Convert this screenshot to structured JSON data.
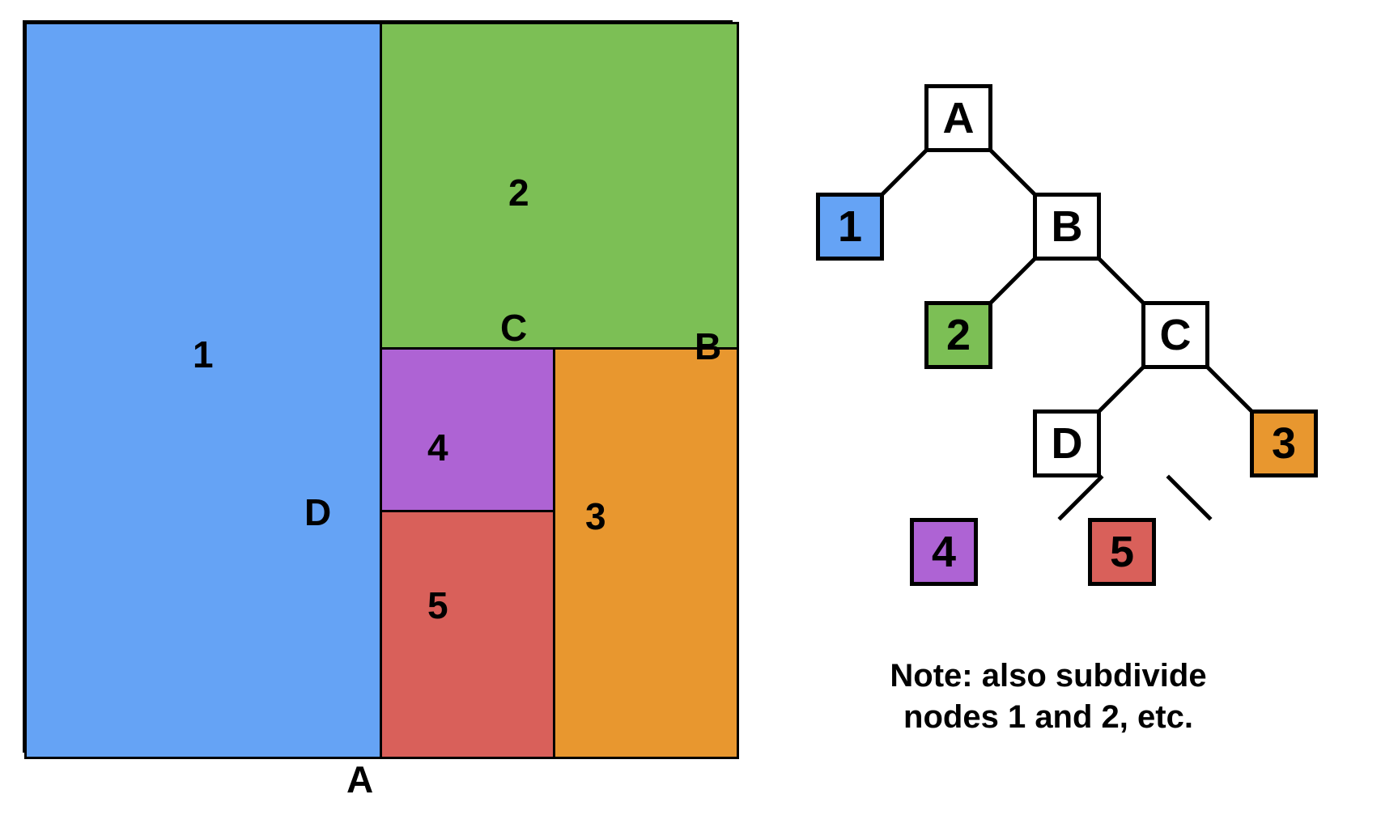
{
  "colors": {
    "blue": "#65A3F5",
    "green": "#7CBF55",
    "orange": "#E8972F",
    "purple": "#AE63D4",
    "red": "#D9605A",
    "white": "#FFFFFF",
    "stroke": "#000000",
    "background": "#FFFFFF"
  },
  "partition": {
    "regions": [
      {
        "id": "1",
        "label": "1",
        "color": "#65A3F5"
      },
      {
        "id": "2",
        "label": "2",
        "color": "#7CBF55"
      },
      {
        "id": "3",
        "label": "3",
        "color": "#E8972F"
      },
      {
        "id": "4",
        "label": "4",
        "color": "#AE63D4"
      },
      {
        "id": "5",
        "label": "5",
        "color": "#D9605A"
      }
    ],
    "split_labels": [
      {
        "id": "A",
        "label": "A",
        "orientation": "vertical"
      },
      {
        "id": "B",
        "label": "B",
        "orientation": "horizontal"
      },
      {
        "id": "C",
        "label": "C",
        "orientation": "vertical"
      },
      {
        "id": "D",
        "label": "D",
        "orientation": "horizontal"
      }
    ]
  },
  "tree": {
    "nodes": [
      {
        "id": "A",
        "label": "A",
        "type": "internal",
        "color": "#FFFFFF"
      },
      {
        "id": "1",
        "label": "1",
        "type": "leaf",
        "color": "#65A3F5"
      },
      {
        "id": "B",
        "label": "B",
        "type": "internal",
        "color": "#FFFFFF"
      },
      {
        "id": "2",
        "label": "2",
        "type": "leaf",
        "color": "#7CBF55"
      },
      {
        "id": "C",
        "label": "C",
        "type": "internal",
        "color": "#FFFFFF"
      },
      {
        "id": "D",
        "label": "D",
        "type": "internal",
        "color": "#FFFFFF"
      },
      {
        "id": "3",
        "label": "3",
        "type": "leaf",
        "color": "#E8972F"
      },
      {
        "id": "4",
        "label": "4",
        "type": "leaf",
        "color": "#AE63D4"
      },
      {
        "id": "5",
        "label": "5",
        "type": "leaf",
        "color": "#D9605A"
      }
    ],
    "edges": [
      {
        "from": "A",
        "to": "1"
      },
      {
        "from": "A",
        "to": "B"
      },
      {
        "from": "B",
        "to": "2"
      },
      {
        "from": "B",
        "to": "C"
      },
      {
        "from": "C",
        "to": "D"
      },
      {
        "from": "C",
        "to": "3"
      },
      {
        "from": "D",
        "to": "4"
      },
      {
        "from": "D",
        "to": "5"
      }
    ]
  },
  "note": {
    "line1": "Note: also subdivide",
    "line2": "nodes 1 and 2, etc."
  }
}
